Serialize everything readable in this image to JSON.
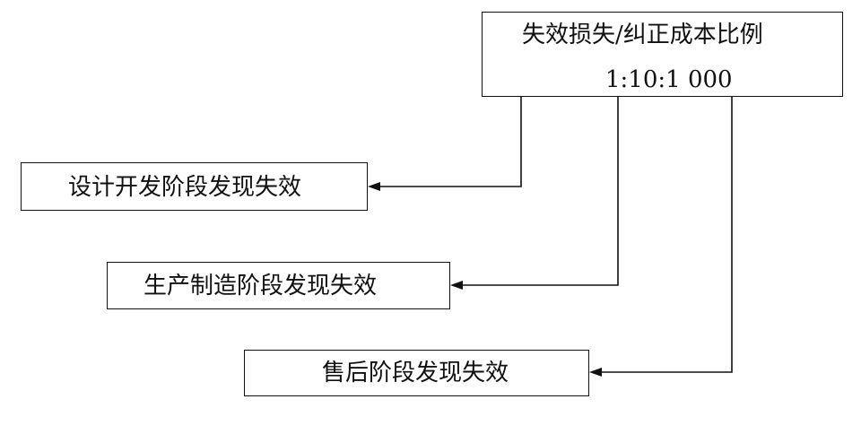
{
  "ratio_box": {
    "title": "失效损失/纠正成本比例",
    "value": "1:10:1 000"
  },
  "stages": [
    {
      "label": "设计开发阶段发现失效"
    },
    {
      "label": "生产制造阶段发现失效"
    },
    {
      "label": "售后阶段发现失效"
    }
  ]
}
